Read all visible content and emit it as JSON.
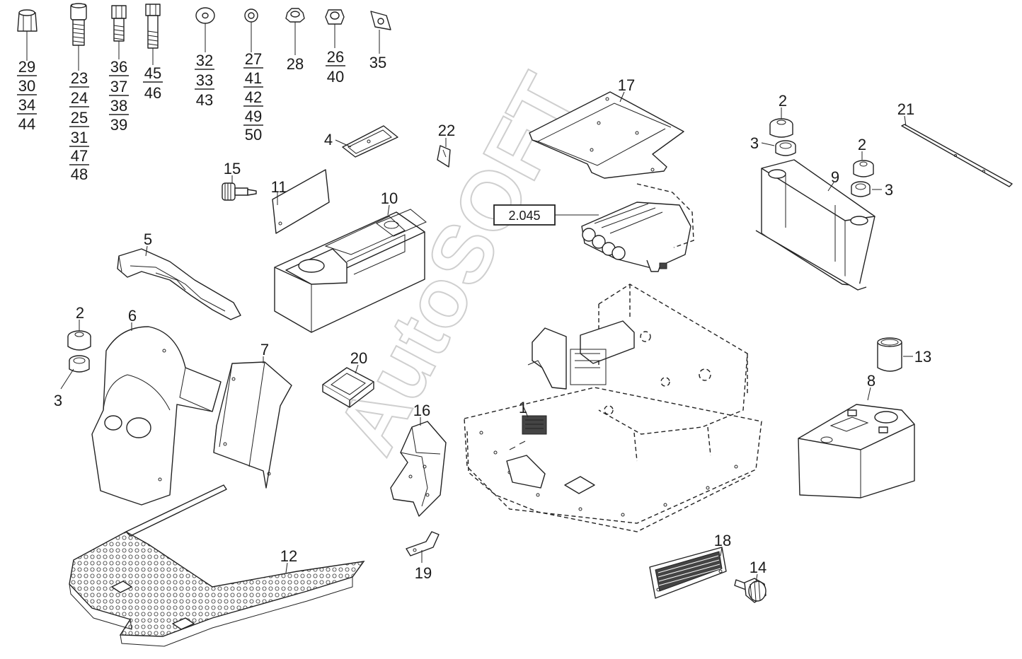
{
  "watermark": "AutoSOFT",
  "reference_box": "2.045",
  "fastener_columns": [
    [
      "29",
      "30",
      "34",
      "44"
    ],
    [
      "23",
      "24",
      "25",
      "31",
      "47",
      "48"
    ],
    [
      "36",
      "37",
      "38",
      "39"
    ],
    [
      "45",
      "46"
    ],
    [
      "32",
      "33",
      "43"
    ],
    [
      "27",
      "41",
      "42",
      "49",
      "50"
    ],
    [
      "28"
    ],
    [
      "26",
      "40"
    ],
    [
      "35"
    ]
  ],
  "callouts": [
    "1",
    "2",
    "3",
    "4",
    "5",
    "6",
    "7",
    "8",
    "9",
    "10",
    "11",
    "12",
    "13",
    "14",
    "15",
    "16",
    "17",
    "18",
    "19",
    "20",
    "21",
    "22"
  ],
  "callouts_repeat": [
    "2",
    "3",
    "2",
    "3"
  ]
}
